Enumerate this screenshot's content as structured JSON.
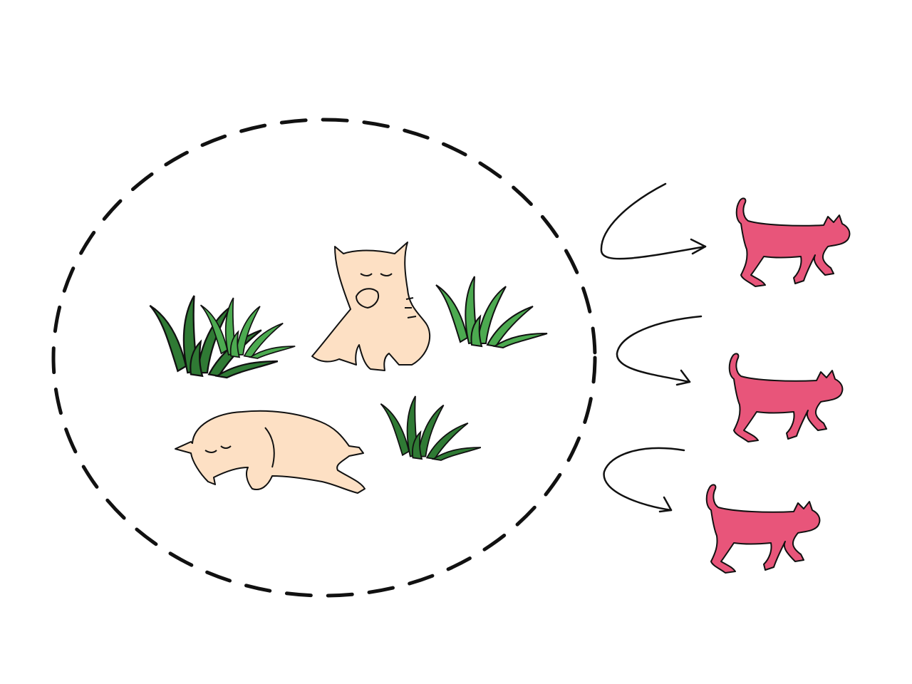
{
  "diagram": {
    "group": {
      "boundary": "dashed-ellipse",
      "members": [
        {
          "kind": "cat",
          "pose": "sitting-grooming"
        },
        {
          "kind": "cat",
          "pose": "lying-asleep"
        },
        {
          "kind": "grass-clump"
        },
        {
          "kind": "grass-clump"
        },
        {
          "kind": "grass-clump"
        }
      ]
    },
    "arrows": [
      {
        "style": "curved-hook",
        "direction": "out-right"
      },
      {
        "style": "curved-hook",
        "direction": "out-right"
      },
      {
        "style": "curved-hook",
        "direction": "out-right"
      }
    ],
    "outputs": [
      {
        "kind": "cat",
        "pose": "walking-silhouette"
      },
      {
        "kind": "cat",
        "pose": "walking-silhouette"
      },
      {
        "kind": "cat",
        "pose": "walking-silhouette"
      }
    ],
    "colors": {
      "background": "#ffffff",
      "outline": "#111111",
      "cat_fur": "#fde0c4",
      "grass_dark": "#2f7a34",
      "grass_light": "#4caa50",
      "walking_cat": "#e8557a"
    },
    "icons": [
      "sitting-cat-icon",
      "sleeping-cat-icon",
      "grass-icon",
      "curved-arrow-icon",
      "walking-cat-icon"
    ]
  }
}
